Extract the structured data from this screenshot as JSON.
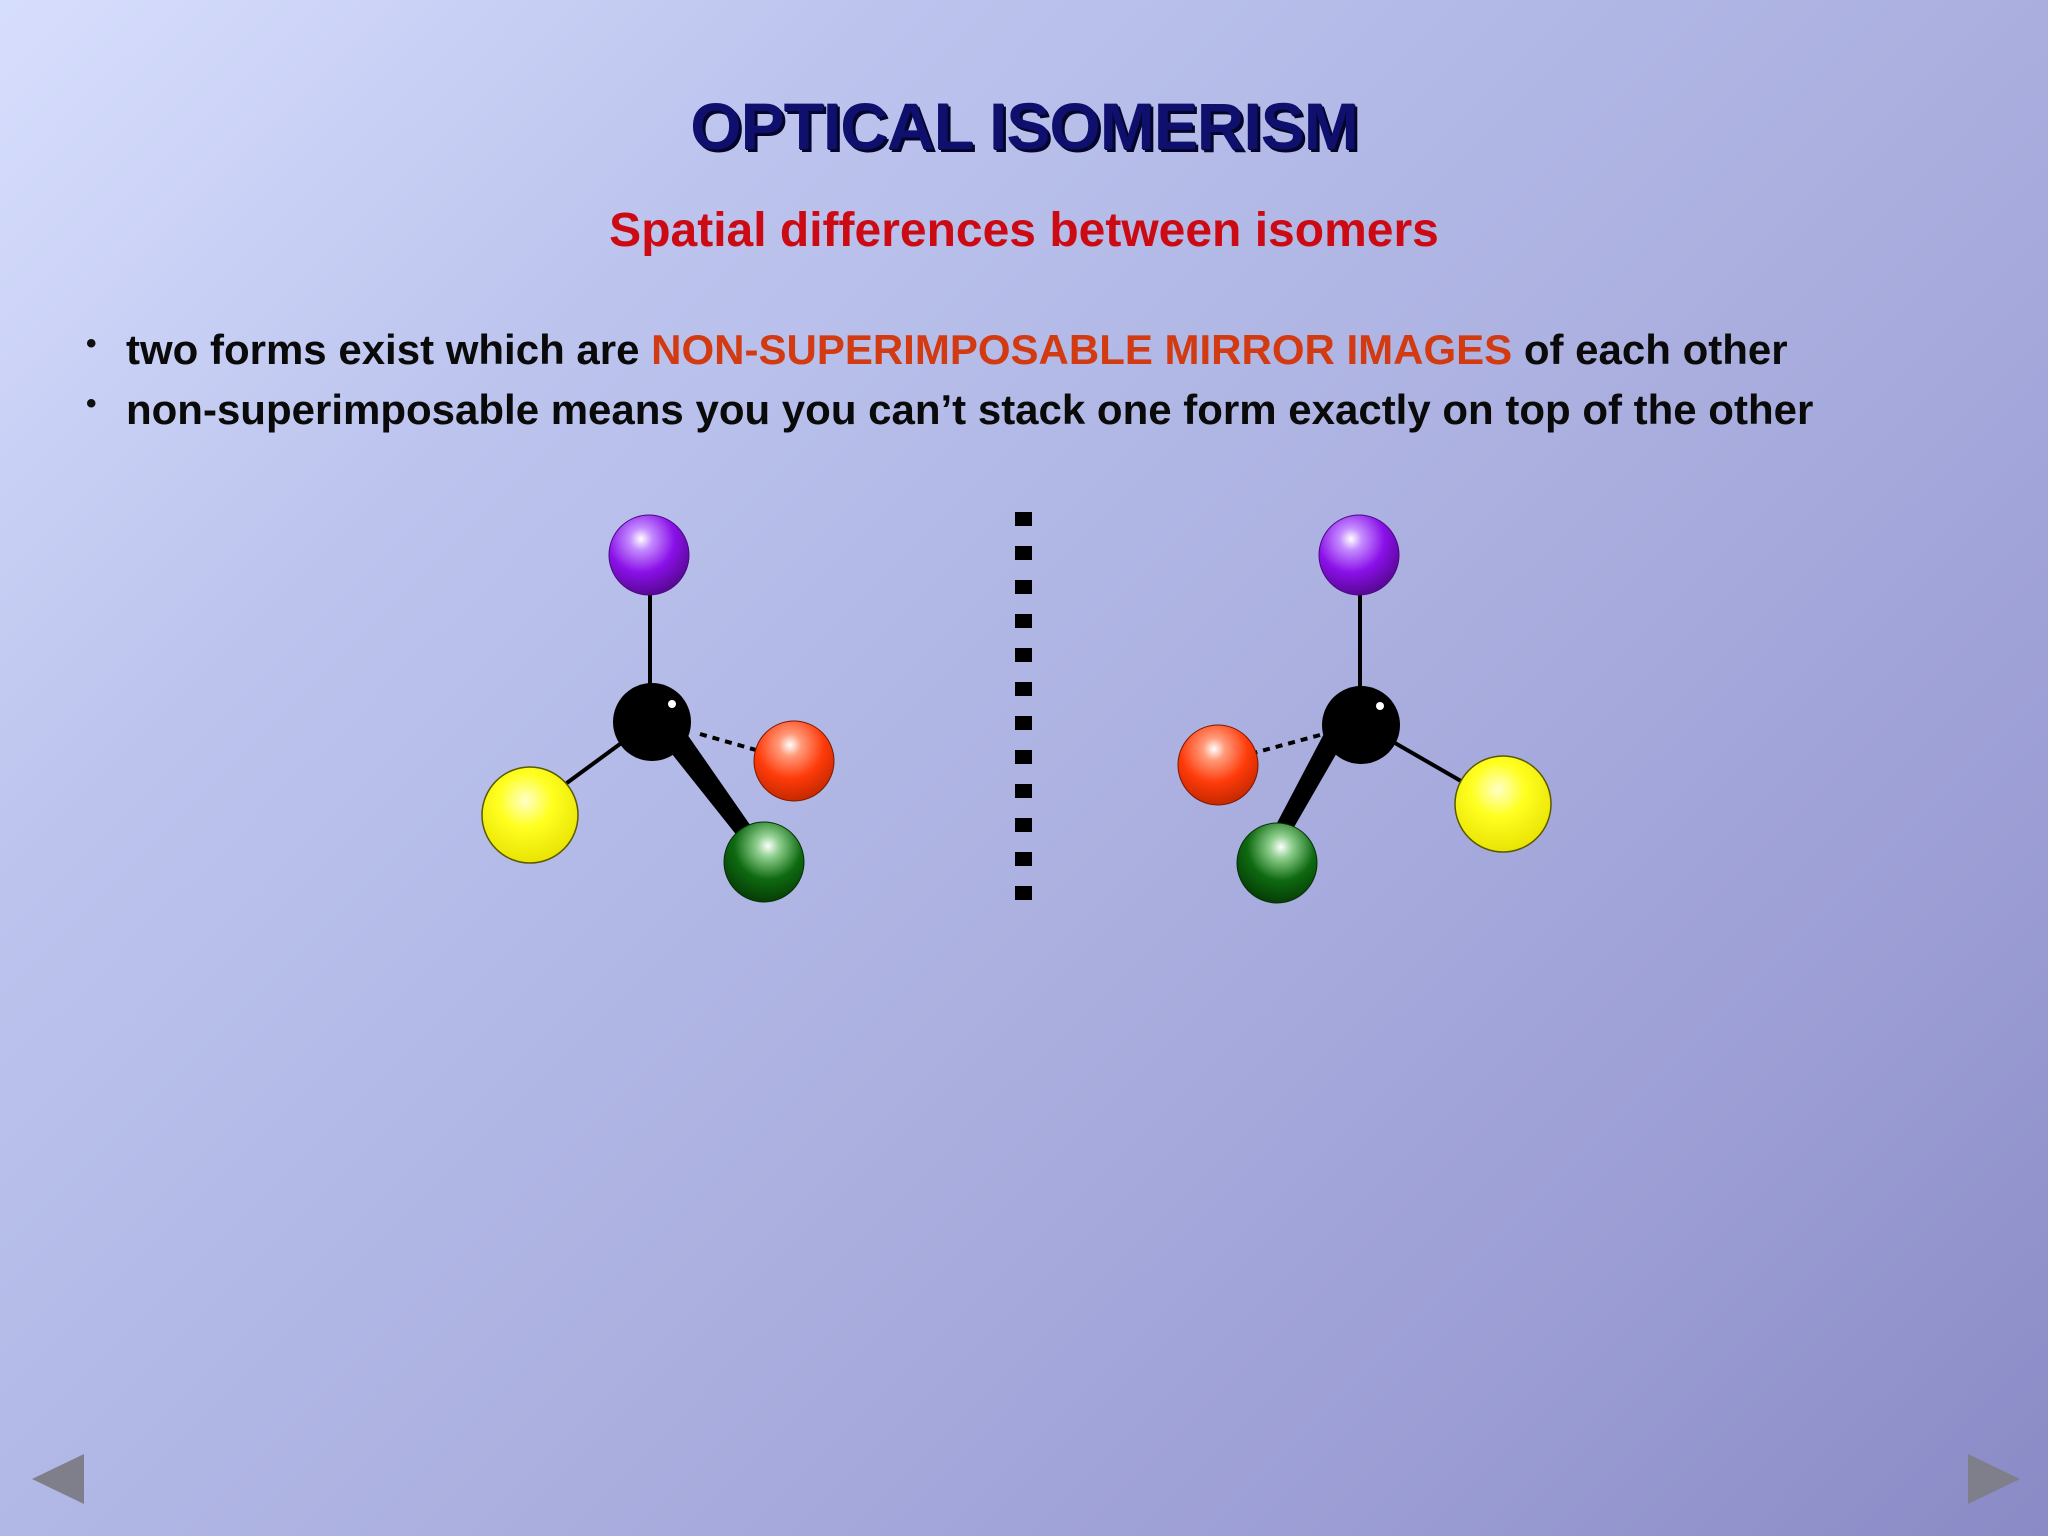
{
  "slide": {
    "title": "OPTICAL ISOMERISM",
    "subtitle": "Spatial differences between isomers",
    "bullets": [
      {
        "before": "two forms exist which are ",
        "highlight": "NON-SUPERIMPOSABLE MIRROR IMAGES",
        "after": " of each other"
      },
      {
        "text": "non-superimposable means you you can’t stack one form exactly on top of the other"
      }
    ]
  },
  "colors": {
    "title": "#0f0f6e",
    "subtitle": "#cc0a14",
    "highlight": "#d23a12",
    "atom_center": "#000000",
    "atom_top": "#8a10e8",
    "atom_red": "#ff3b0a",
    "atom_yellow": "#ffff10",
    "atom_green": "#0e6a10"
  },
  "navigation": {
    "prev_icon": "triangle-left-icon",
    "next_icon": "triangle-right-icon"
  }
}
